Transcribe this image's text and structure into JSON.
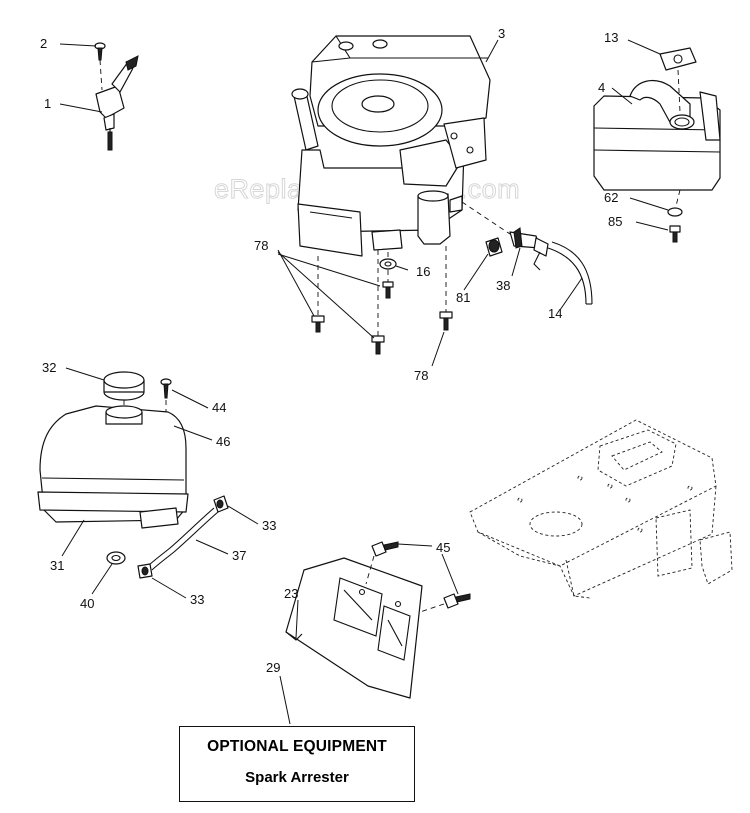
{
  "watermark": "eReplacementParts.com",
  "callouts": {
    "c1": "1",
    "c2": "2",
    "c3": "3",
    "c4": "4",
    "c13": "13",
    "c62": "62",
    "c85": "85",
    "c78a": "78",
    "c16": "16",
    "c81": "81",
    "c38": "38",
    "c14": "14",
    "c78b": "78",
    "c32": "32",
    "c44": "44",
    "c46": "46",
    "c33a": "33",
    "c31": "31",
    "c37": "37",
    "c40": "40",
    "c33b": "33",
    "c45": "45",
    "c23": "23",
    "c29": "29"
  },
  "optional_box": {
    "title": "OPTIONAL EQUIPMENT",
    "subtitle": "Spark Arrester"
  }
}
